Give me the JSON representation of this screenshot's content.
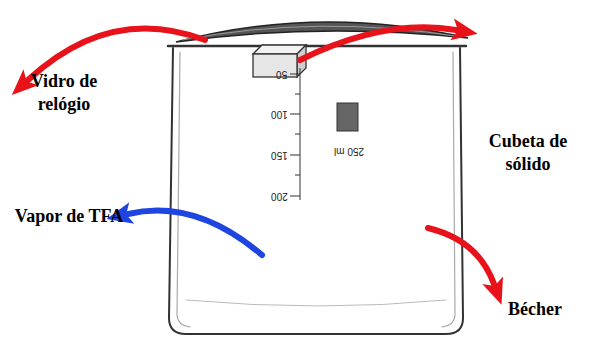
{
  "diagram": {
    "labels": [
      "Vidro de relógio",
      "Cubeta de sólido",
      "Vapor de TFA",
      "Bécher",
      "50",
      "100",
      "150",
      "200",
      "250 ml"
    ]
  }
}
